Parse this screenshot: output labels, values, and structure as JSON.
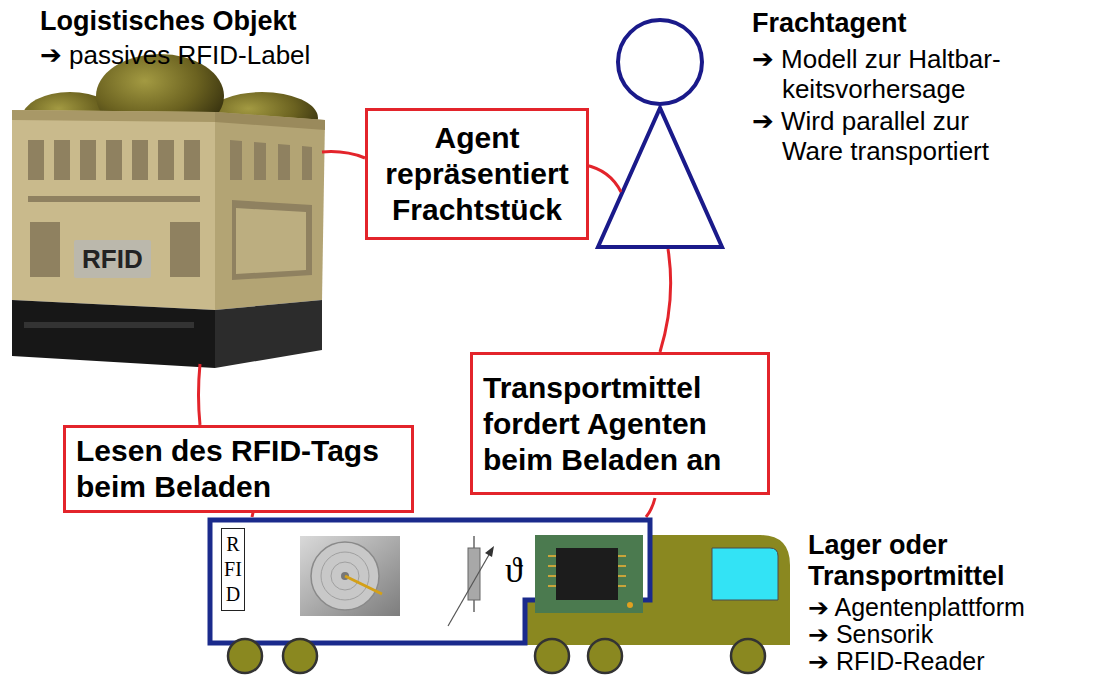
{
  "diagram": {
    "nodes": [
      {
        "text": [
          "Agent repräsentiert Frachtstück"
        ]
      },
      {
        "text": [
          "RFID"
        ]
      },
      {
        "text": [
          "Transportmittel fordert Agenten beim Beladen an"
        ]
      },
      {
        "text": [
          "Lesen des RFID-Tags beim Beladen"
        ]
      },
      {
        "text": [
          "RFID"
        ]
      }
    ],
    "labels": [
      "Logistisches Objekt",
      "➔ passives RFID-Label",
      "Frachtagent",
      "➔ Modell zur Haltbar- keitsvorhersage",
      "➔ Wird parallel zur Ware transportiert",
      "ϑ",
      "Lager oder Transportmittel",
      "➔ Agentenplattform",
      "➔ Sensorik",
      "➔ RFID-Reader"
    ]
  }
}
